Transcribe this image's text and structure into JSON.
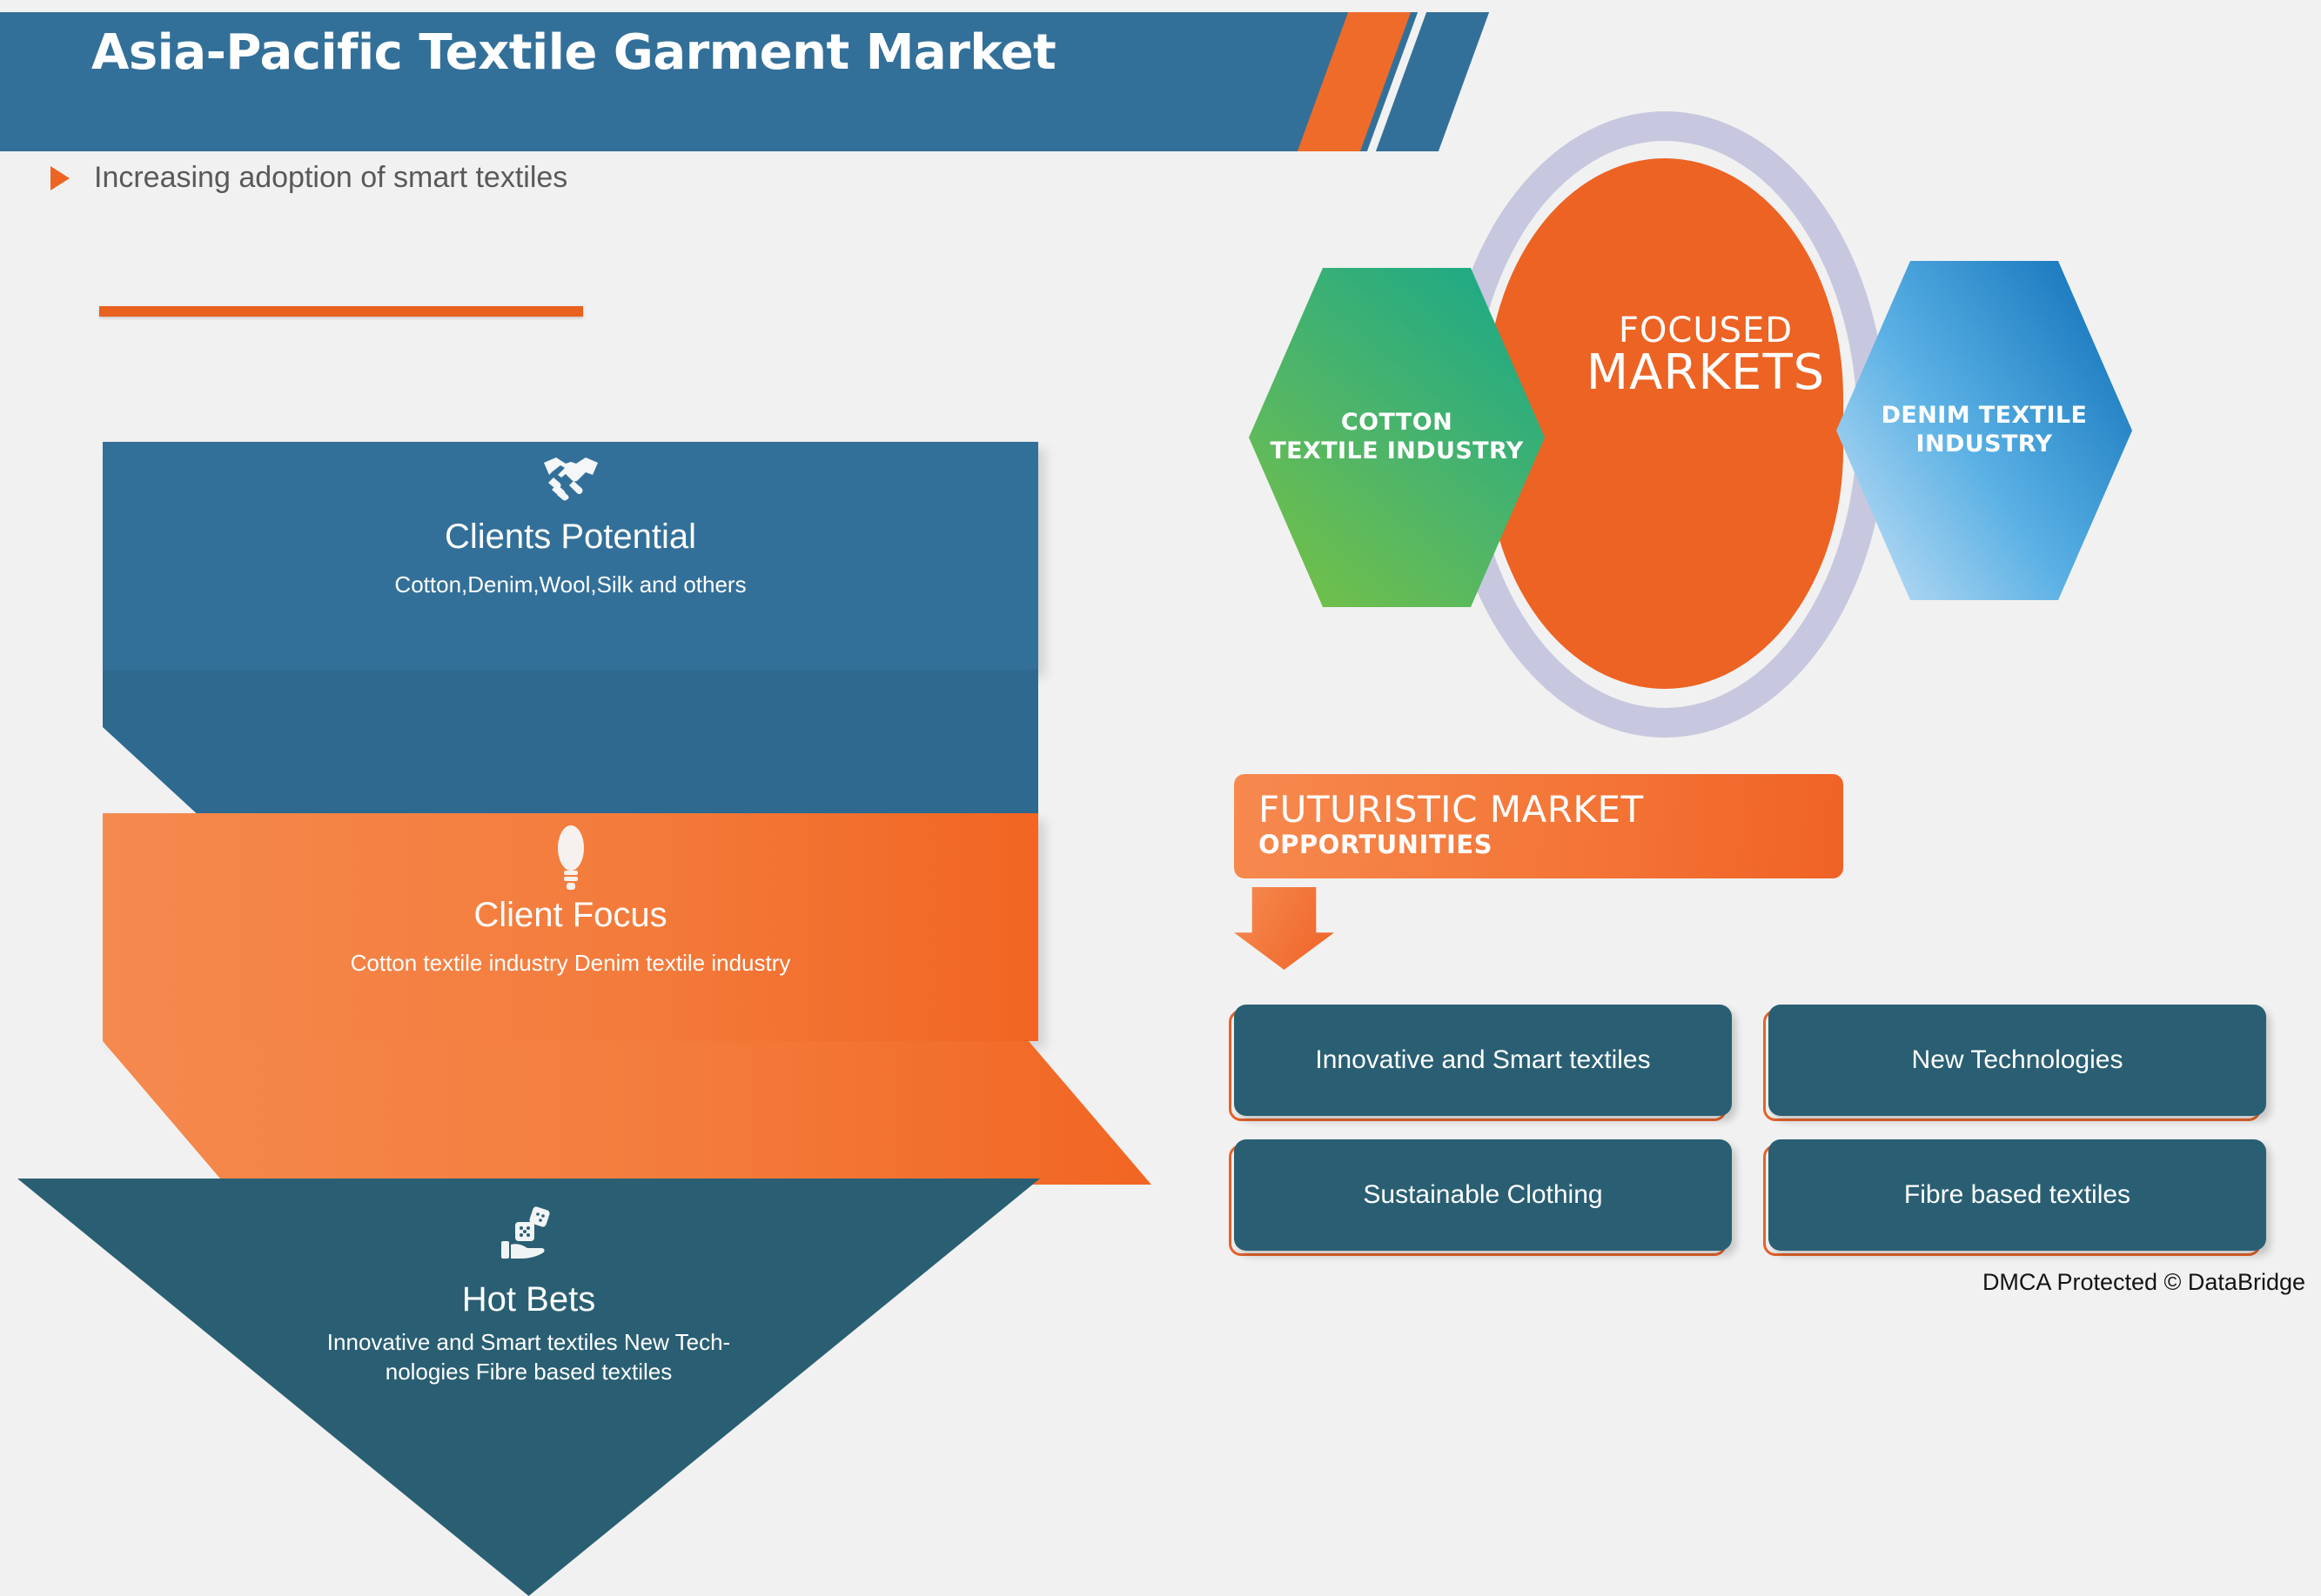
{
  "header": {
    "title": "Asia-Pacific Textile Garment Market",
    "band_color": "#337099",
    "stripe_orange": "#EF6B2A"
  },
  "subtitle": {
    "bullet_icon": "triangle-right-icon",
    "text": "Increasing adoption of smart textiles"
  },
  "accent_rule_color": "#E8611E",
  "funnel": {
    "steps": [
      {
        "icon": "handshake-icon",
        "title": "Clients Potential",
        "subtitle": "Cotton,Denim,Wool,Silk and others",
        "color": "#337099"
      },
      {
        "icon": "lightbulb-icon",
        "title": "Client Focus",
        "subtitle": "Cotton textile industry Denim textile industry",
        "color": "#F37C3C"
      },
      {
        "icon": "hand-dice-icon",
        "title": "Hot Bets",
        "subtitle_line1": "Innovative and Smart textiles New Tech-",
        "subtitle_line2": "nologies Fibre based textiles",
        "color": "#2A5F73"
      }
    ]
  },
  "venn": {
    "ring_color": "#C7C8DF",
    "center": {
      "line1": "FOCUSED",
      "line2": "MARKETS",
      "color": "#EC6323"
    },
    "left_hex": {
      "line1": "COTTON",
      "line2": "TEXTILE INDUSTRY",
      "gradient_from": "#79C242",
      "gradient_to": "#16A78B"
    },
    "right_hex": {
      "line1": "DENIM TEXTILE",
      "line2": "INDUSTRY",
      "gradient_from": "#CBE3F7",
      "gradient_to": "#0A6BB4"
    }
  },
  "futuristic": {
    "line1": "FUTURISTIC MARKET",
    "line2": "OPPORTUNITIES",
    "arrow_icon": "arrow-down-icon",
    "color": "#F47637"
  },
  "opportunity_cards": [
    {
      "label": "Innovative and Smart textiles"
    },
    {
      "label": "New Technologies"
    },
    {
      "label": "Sustainable Clothing"
    },
    {
      "label": "Fibre based textiles"
    }
  ],
  "footer": {
    "dmca": "DMCA Protected © DataBridge"
  }
}
